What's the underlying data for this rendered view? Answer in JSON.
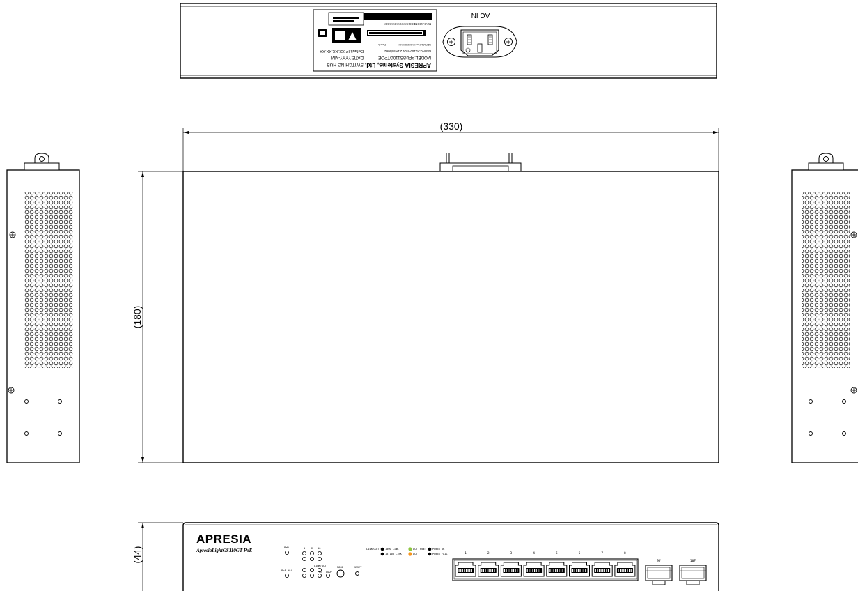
{
  "rear_view": {
    "ac_label": "AC IN",
    "label_lines": [
      "APRESIA Systems, Ltd.",
      "SWITCHING HUB",
      "MODEL:APLGS110GTPOE",
      "DATE:YYYY-MM",
      "RATING:AC100-240V 2.1A 50/60Hz",
      "Default IP:XX.XX.XX.XX",
      "SERIAL No.:XXXXXXXXX",
      "Rev.A",
      "MAC ADDRESS:XXXXXX:XXXXXX"
    ]
  },
  "dimensions": {
    "width": "(330)",
    "depth": "(180)",
    "height": "(44)"
  },
  "front_panel": {
    "brand": "APRESIA",
    "model": "ApresiaLightGS110GT-PoE",
    "led_labels": {
      "pwr": "PWR",
      "poe_max": "PoE-MAX",
      "col_1": "1",
      "col_2": "2",
      "col_10": "10",
      "link_act": "LINK/ACT",
      "poe": "PoE",
      "loop": "LOOP",
      "mode": "MODE",
      "reset": "RESET"
    },
    "legend": {
      "link_act": "LINK/ACT:",
      "l1000": "1000 LINK",
      "l10_100": "10/100 LINK",
      "act1": "ACT",
      "act2": "ACT",
      "poe": "PoE:",
      "power_ok": "POWER OK",
      "power_fail": "POWER FAIL"
    },
    "ports": [
      "1",
      "2",
      "3",
      "4",
      "5",
      "6",
      "7",
      "8"
    ],
    "sfp_ports": [
      "9F",
      "10F"
    ]
  }
}
